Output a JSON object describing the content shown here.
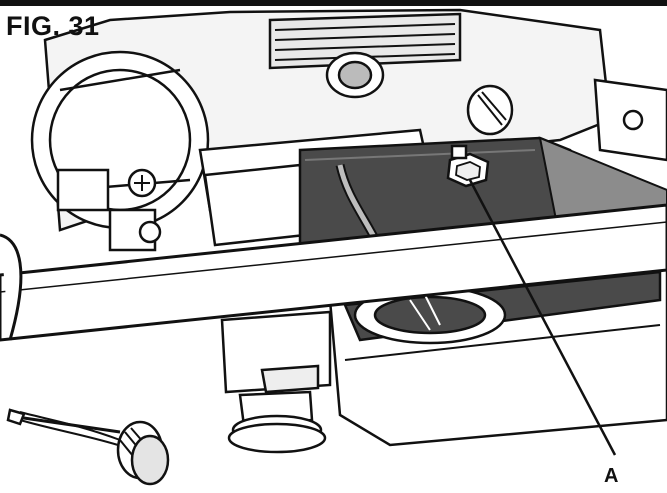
{
  "figure": {
    "label": "FIG. 31",
    "callouts": [
      {
        "id": "A",
        "text": "A"
      }
    ]
  },
  "colors": {
    "ink": "#111111",
    "panel_dark": "#4a4a4a",
    "panel_mid": "#8c8c8c",
    "panel_light": "#d9d9d9",
    "paper": "#ffffff"
  },
  "icons": [
    "oil-drain-bolt",
    "dipstick-oil-cap",
    "engine-block",
    "frame-bar",
    "oil-tank"
  ]
}
